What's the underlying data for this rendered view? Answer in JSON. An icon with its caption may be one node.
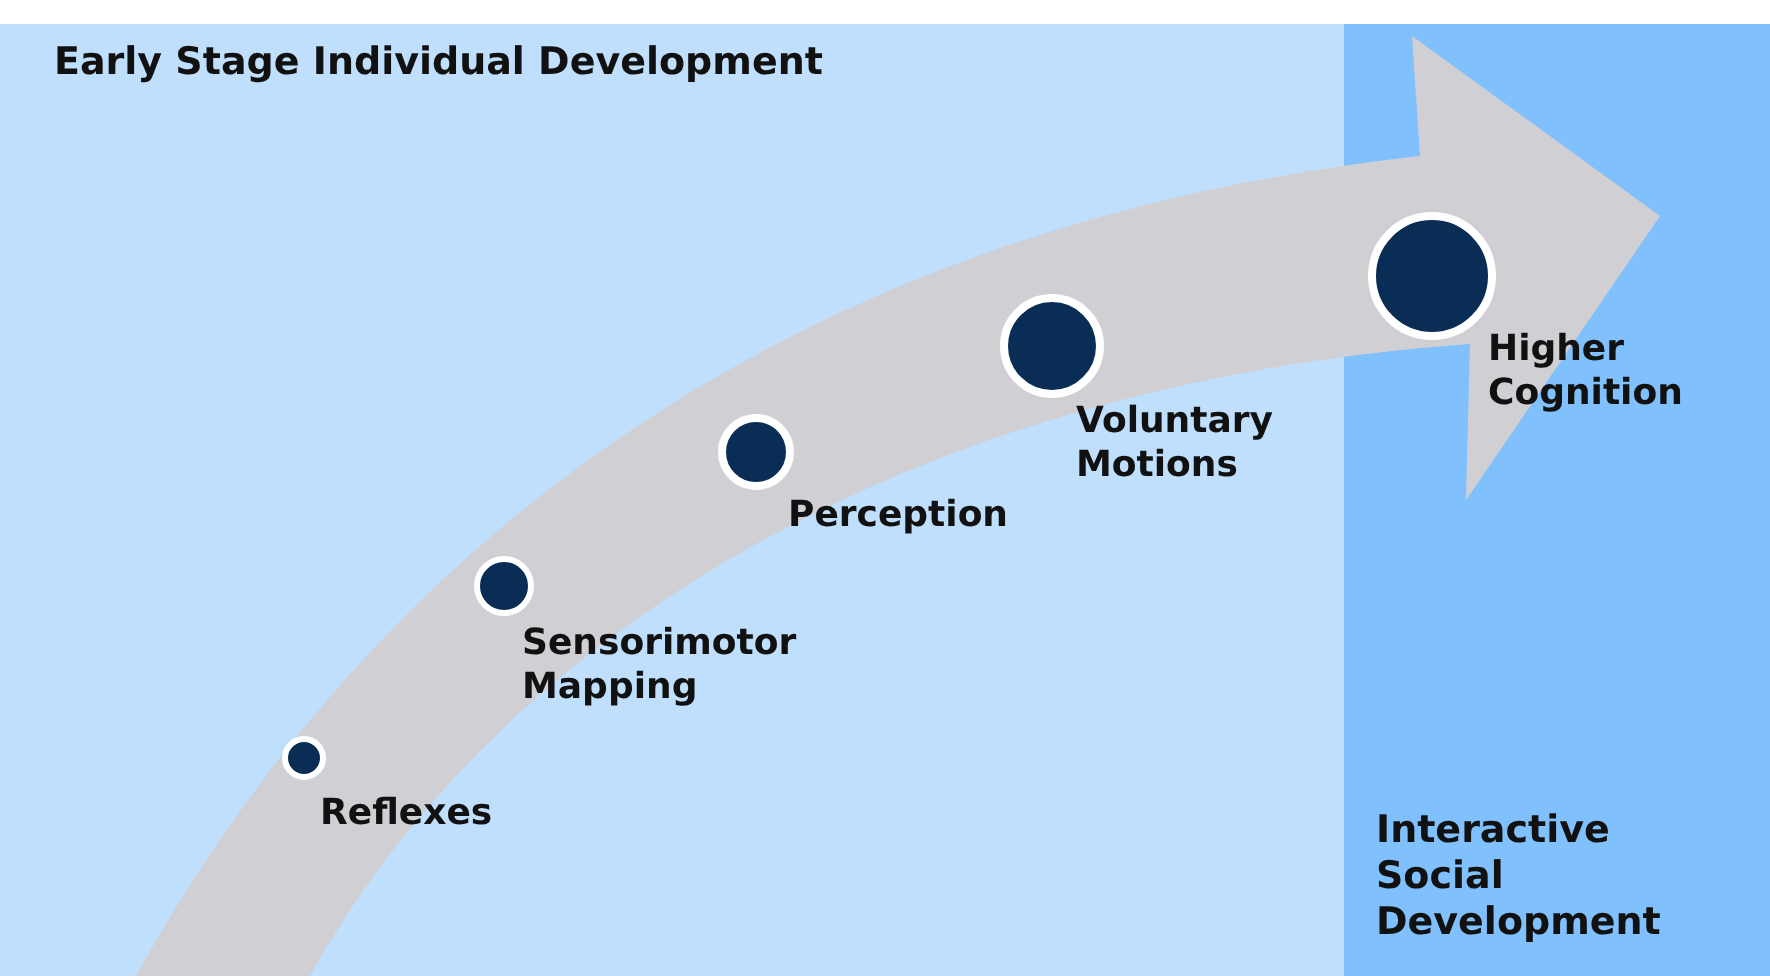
{
  "diagram": {
    "nodes": [
      {
        "text": [
          "Early Stage Individual Development"
        ]
      },
      {
        "text": [
          "Interactive Social Development"
        ]
      },
      {
        "text": [],
        "shape": "circle",
        "in": 0,
        "beside": [
          "Reflexes"
        ]
      },
      {
        "text": [],
        "shape": "circle",
        "in": 0,
        "beside": [
          "Sensorimotor Mapping"
        ]
      },
      {
        "text": [],
        "shape": "circle",
        "in": 0,
        "beside": [
          "Perception"
        ]
      },
      {
        "text": [],
        "shape": "circle",
        "in": 0,
        "beside": [
          "Voluntary Motions"
        ]
      },
      {
        "text": [],
        "shape": "circle",
        "in": 1,
        "beside": [
          "Higher Cognition"
        ]
      }
    ]
  }
}
